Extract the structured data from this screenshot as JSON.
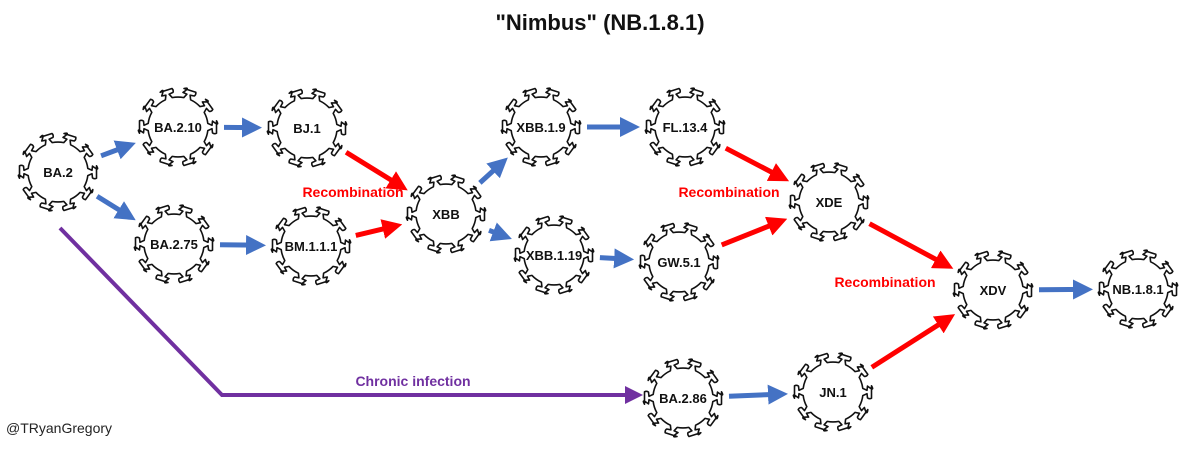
{
  "title": "\"Nimbus\" (NB.1.8.1)",
  "credit": "@TRyanGregory",
  "colors": {
    "mutation": "#4472c4",
    "recombination": "#ff0000",
    "chronic": "#7030a0",
    "outline": "#111111"
  },
  "nodes": [
    {
      "id": "BA.2",
      "label": "BA.2"
    },
    {
      "id": "BA.2.10",
      "label": "BA.2.10"
    },
    {
      "id": "BJ.1",
      "label": "BJ.1"
    },
    {
      "id": "BA.2.75",
      "label": "BA.2.75"
    },
    {
      "id": "BM.1.1.1",
      "label": "BM.1.1.1"
    },
    {
      "id": "XBB",
      "label": "XBB"
    },
    {
      "id": "XBB.1.9",
      "label": "XBB.1.9"
    },
    {
      "id": "XBB.1.19",
      "label": "XBB.1.19"
    },
    {
      "id": "FL.13.4",
      "label": "FL.13.4"
    },
    {
      "id": "GW.5.1",
      "label": "GW.5.1"
    },
    {
      "id": "XDE",
      "label": "XDE"
    },
    {
      "id": "XDV",
      "label": "XDV"
    },
    {
      "id": "NB.1.8.1",
      "label": "NB.1.8.1"
    },
    {
      "id": "BA.2.86",
      "label": "BA.2.86"
    },
    {
      "id": "JN.1",
      "label": "JN.1"
    }
  ],
  "edges": [
    {
      "from": "BA.2",
      "to": "BA.2.10",
      "type": "mutation"
    },
    {
      "from": "BA.2",
      "to": "BA.2.75",
      "type": "mutation"
    },
    {
      "from": "BA.2.10",
      "to": "BJ.1",
      "type": "mutation"
    },
    {
      "from": "BA.2.75",
      "to": "BM.1.1.1",
      "type": "mutation"
    },
    {
      "from": "BJ.1",
      "to": "XBB",
      "type": "recombination"
    },
    {
      "from": "BM.1.1.1",
      "to": "XBB",
      "type": "recombination"
    },
    {
      "from": "XBB",
      "to": "XBB.1.9",
      "type": "mutation"
    },
    {
      "from": "XBB",
      "to": "XBB.1.19",
      "type": "mutation"
    },
    {
      "from": "XBB.1.9",
      "to": "FL.13.4",
      "type": "mutation"
    },
    {
      "from": "XBB.1.19",
      "to": "GW.5.1",
      "type": "mutation"
    },
    {
      "from": "FL.13.4",
      "to": "XDE",
      "type": "recombination"
    },
    {
      "from": "GW.5.1",
      "to": "XDE",
      "type": "recombination"
    },
    {
      "from": "XDE",
      "to": "XDV",
      "type": "recombination"
    },
    {
      "from": "JN.1",
      "to": "XDV",
      "type": "recombination"
    },
    {
      "from": "XDV",
      "to": "NB.1.8.1",
      "type": "mutation"
    },
    {
      "from": "BA.2",
      "to": "BA.2.86",
      "type": "chronic"
    },
    {
      "from": "BA.2.86",
      "to": "JN.1",
      "type": "mutation"
    }
  ],
  "annotations": {
    "recombination_1": "Recombination",
    "recombination_2": "Recombination",
    "recombination_3": "Recombination",
    "chronic": "Chronic infection"
  }
}
